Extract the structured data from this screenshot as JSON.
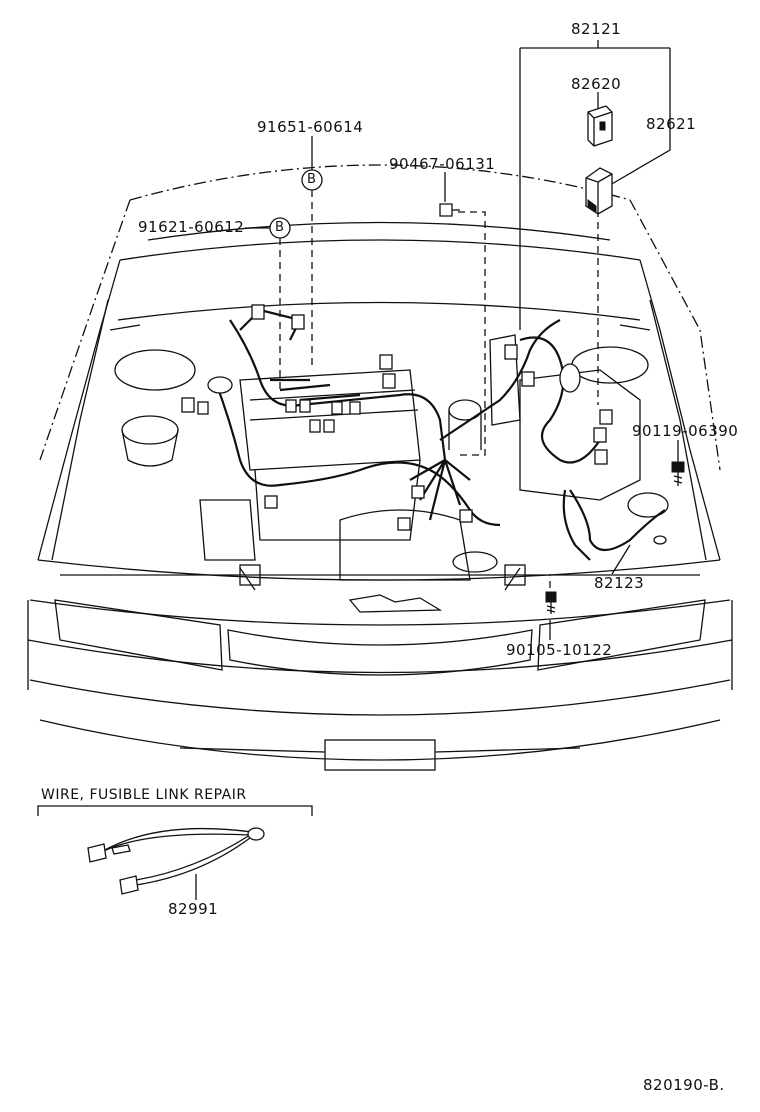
{
  "labels": {
    "p82121": "82121",
    "p82620": "82620",
    "p82621": "82621",
    "p91651": "91651-60614",
    "p90467": "90467-06131",
    "p91621": "91621-60612",
    "p90119": "90119-06390",
    "p82123": "82123",
    "p90105": "90105-10122",
    "p82991": "82991",
    "diagram_code": "820190-B."
  },
  "callout_letter": "B",
  "repair_title": "WIRE, FUSIBLE LINK REPAIR"
}
